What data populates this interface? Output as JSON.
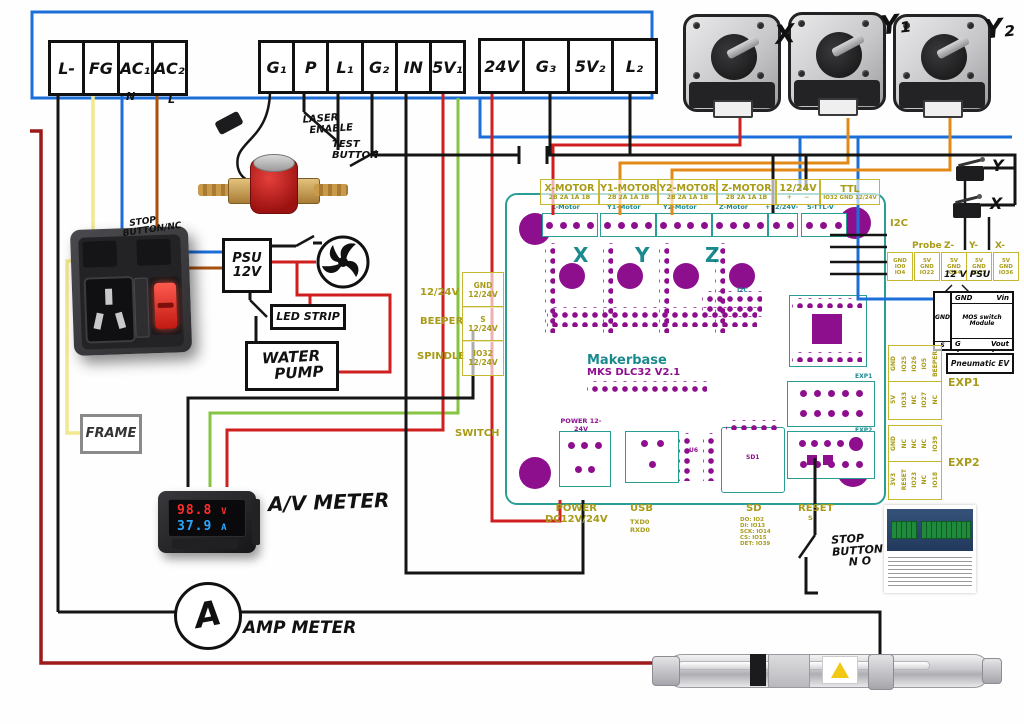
{
  "terminals": {
    "block1": {
      "cells": [
        "L-",
        "FG",
        "AC₁",
        "AC₂"
      ],
      "sub": [
        "N",
        "L"
      ]
    },
    "block2": {
      "cells": [
        "G₁",
        "P",
        "L₁",
        "G₂",
        "IN",
        "5V₁"
      ]
    },
    "block3": {
      "cells": [
        "24V",
        "G₃",
        "5V₂",
        "L₂"
      ]
    }
  },
  "motors": [
    "X",
    "Y₁",
    "Y₂"
  ],
  "limit_switches": [
    "Y",
    "X"
  ],
  "annotations": {
    "stop_nc_line1": "STOP",
    "stop_nc_line2": "BUTTON/NC",
    "laser_enable_line1": "LASER",
    "laser_enable_line2": "ENABLE",
    "test_button_line1": "TEST",
    "test_button_line2": "BUTTON",
    "frame": "FRAME",
    "psu_line1": "PSU",
    "psu_line2": "12V",
    "led_strip": "LED STRIP",
    "water_pump_line1": "WATER",
    "water_pump_line2": "PUMP",
    "av_meter": "A/V METER",
    "amp_meter": "AMP METER",
    "amp_symbol": "A",
    "stop_no_line1": "STOP",
    "stop_no_line2": "BUTTON",
    "stop_no_line3": "N O",
    "psu12_note": "12 V PSU"
  },
  "meter": {
    "volts": "98.8",
    "amps": "37.9",
    "v_unit": "V",
    "a_unit": "A"
  },
  "mos_module": {
    "left_mid": "GND",
    "left_bottom": "S",
    "row1_left": "GND",
    "row1_right": "Vin",
    "mid_line1": "MOS switch",
    "mid_line2": "Module",
    "row3_left": "G",
    "row3_right": "Vout",
    "below_box": "Pneumatic EV"
  },
  "pcb": {
    "headers": [
      {
        "name": "X-MOTOR",
        "pins": "2B 2A 1A 1B"
      },
      {
        "name": "Y1-MOTOR",
        "pins": "2B 2A 1A 1B"
      },
      {
        "name": "Y2-MOTOR",
        "pins": "2B 2A 1A 1B"
      },
      {
        "name": "Z-MOTOR",
        "pins": "2B 2A 1A 1B"
      },
      {
        "name": "12/24V",
        "pins": "+      −"
      },
      {
        "name": "TTL",
        "pins": "IO32 GND 12/24V"
      }
    ],
    "silk_headers": [
      "X-Motor",
      "Y1-Motor",
      "Y2-Motor",
      "Z-Motor",
      "+12/24V-",
      "S-TTL-V"
    ],
    "axis_letters": [
      "X",
      "Y",
      "Z"
    ],
    "left_outer": [
      "12/24V",
      "BEEPER",
      "SPINDLE"
    ],
    "left_boxes": [
      {
        "l1": "GND",
        "l2": "12/24V"
      },
      {
        "l1": "S",
        "l2": "12/24V"
      },
      {
        "l1": "IO32",
        "l2": "12/24V"
      }
    ],
    "switch_label": "SWITCH",
    "i2c_label": "I2C",
    "right_headers": [
      "Probe",
      "Z-",
      "Y-",
      "X-"
    ],
    "right_pin_boxes": [
      [
        "GND",
        "IO0",
        "IO4"
      ],
      [
        "5V",
        "GND",
        "IO22"
      ],
      [
        "5V",
        "GND",
        "IO34"
      ],
      [
        "5V",
        "GND",
        "IO35"
      ],
      [
        "5V",
        "GND",
        "IO36"
      ]
    ],
    "exp1": {
      "label": "EXP1",
      "row1": [
        "GND",
        "IO25",
        "IO26",
        "IO5",
        "BEEPER"
      ],
      "row2": [
        "5V",
        "IO33",
        "NC",
        "IO27",
        "NC"
      ]
    },
    "exp2": {
      "label": "EXP2",
      "row1": [
        "GND",
        "NC",
        "NC",
        "NC",
        "IO39"
      ],
      "row2": [
        "3V3",
        "RESET",
        "IO23",
        "NC",
        "IO18"
      ]
    },
    "bottom": {
      "power_line1": "POWER",
      "power_line2": "DC12V/24V",
      "usb": "USB",
      "usb_lines": [
        "TXD0",
        "RXD0"
      ],
      "sd": "SD",
      "sd_lines": [
        "DO: IO2",
        "DI: IO13",
        "SCK: IO14",
        "CS: IO15",
        "DET: IO39"
      ],
      "reset": "RESET",
      "reset_s": "S"
    },
    "brand": "Makerbase",
    "model": "MKS DLC32 V2.1",
    "power_silk": "POWER 12-24V",
    "exp1_silk": "EXP1",
    "exp2_silk": "EXP2",
    "sd_silk": "SD1",
    "u6_silk": "U6"
  },
  "palette": {
    "wire_blue": "#1c6fd8",
    "wire_red": "#cf1f1f",
    "wire_dark_red": "#9c1a1a",
    "wire_brown": "#a8500e",
    "wire_yellow": "#f1e88f",
    "wire_green": "#85c440",
    "wire_orange": "#e18a17",
    "wire_black": "#151515",
    "pcb_purple": "#8e0f8e",
    "pcb_teal": "#1b8a8f",
    "label_olive": "#a89b18"
  }
}
